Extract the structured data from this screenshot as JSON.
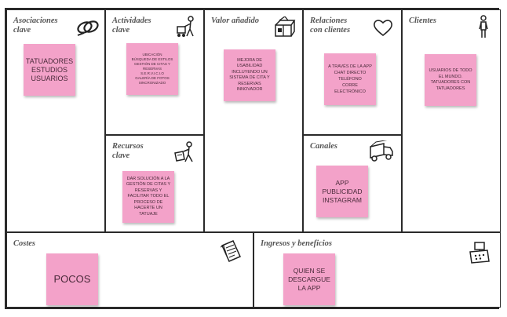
{
  "canvas": {
    "asociaciones": {
      "title": "Asociaciones\nclave",
      "note": "TATUADORES\nESTUDIOS\nUSUARIOS"
    },
    "actividades": {
      "title": "Actividades\nclave",
      "note": "UBICACIÓN\nBÚSQUEDA DE ESTILOS\nGESTIÓN DE CITAS Y RESERVAS\nS.E.R.V.I.C.I.O\nGALERÍA DE FOTOS\nSINCRONIZADO"
    },
    "recursos": {
      "title": "Recursos\nclave",
      "note": "DAR SOLUCIÓN A LA GESTIÓN DE CITAS Y RESERVAS Y FACILITAR TODO EL PROCESO DE HACERTE UN TATUAJE"
    },
    "valor": {
      "title": "Valor añadido",
      "note": "MEJORA DE USABILIDAD INCLUYENDO UN SISTEMA DE CITA Y RESERVAS INNOVADOR"
    },
    "relaciones": {
      "title": "Relaciones\ncon clientes",
      "note": "A TRAVÉS DE LA APP\nCHAT DIRECTO\nTELÉFONO\nCORRE ELECTRÓNICO"
    },
    "canales": {
      "title": "Canales",
      "note": "APP\nPUBLICIDAD\nINSTAGRAM"
    },
    "clientes": {
      "title": "Clientes",
      "note": "USUARIOS DE TODO EL MUNDO.\nTATUADORES CON TATUADORES"
    },
    "costes": {
      "title": "Costes",
      "note": "POCOS"
    },
    "ingresos": {
      "title": "Ingresos y beneficios",
      "note": "QUIEN SE DESCARGUE LA APP"
    }
  },
  "icons": {
    "asociaciones": "chain-link-icon",
    "actividades": "worker-with-cart-icon",
    "recursos": "worker-with-machine-icon",
    "valor": "gift-package-icon",
    "relaciones": "heart-icon",
    "canales": "delivery-truck-icon",
    "clientes": "person-icon",
    "costes": "price-tag-icon",
    "ingresos": "cash-register-icon"
  },
  "colors": {
    "note": "#f3a2c9",
    "border": "#2a2a2a"
  }
}
